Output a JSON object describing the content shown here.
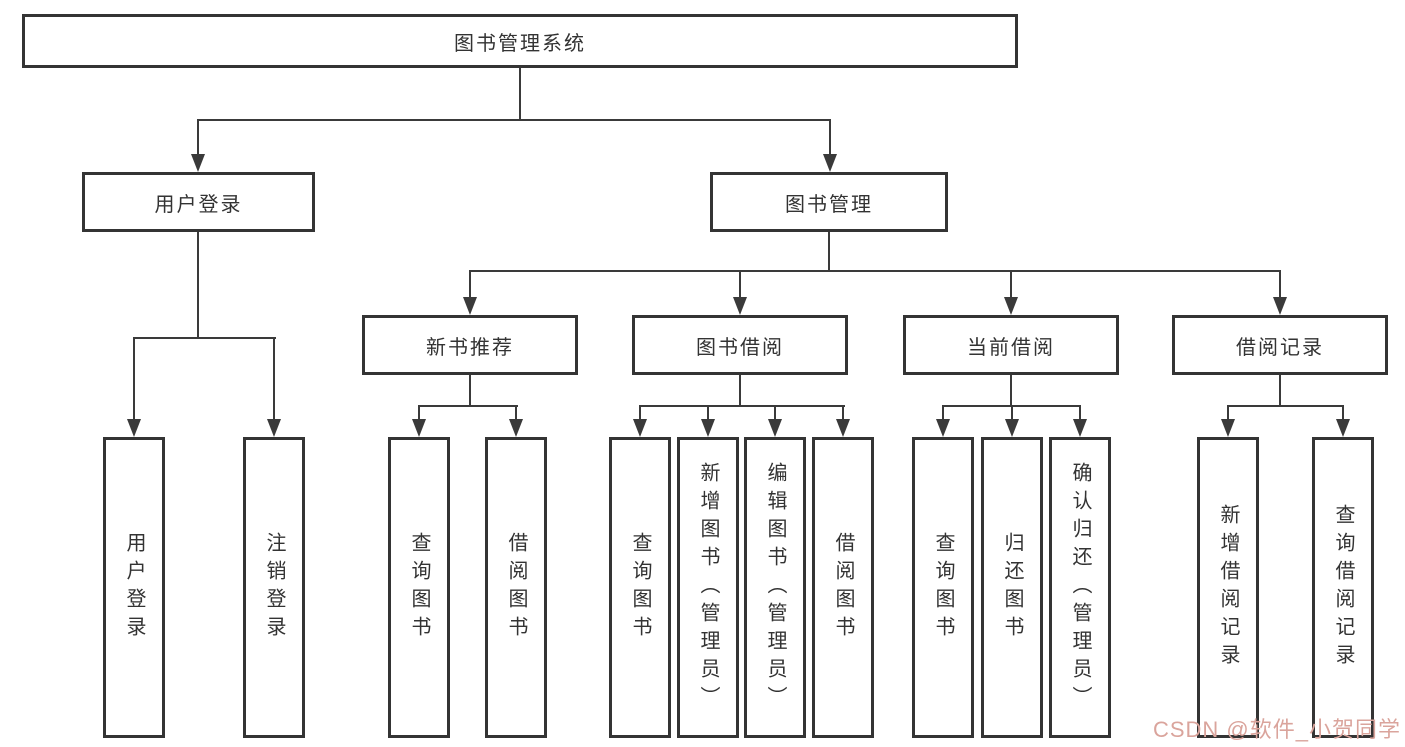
{
  "tree": {
    "root": {
      "label": "图书管理系统"
    },
    "branches": [
      {
        "label": "用户登录",
        "children": [
          {
            "label": "用户登录"
          },
          {
            "label": "注销登录"
          }
        ]
      },
      {
        "label": "图书管理",
        "children": [
          {
            "label": "新书推荐",
            "children": [
              {
                "label": "查询图书"
              },
              {
                "label": "借阅图书"
              }
            ]
          },
          {
            "label": "图书借阅",
            "children": [
              {
                "label": "查询图书"
              },
              {
                "label": "新增图书（管理员）"
              },
              {
                "label": "编辑图书（管理员）"
              },
              {
                "label": "借阅图书"
              }
            ]
          },
          {
            "label": "当前借阅",
            "children": [
              {
                "label": "查询图书"
              },
              {
                "label": "归还图书"
              },
              {
                "label": "确认归还（管理员）"
              }
            ]
          },
          {
            "label": "借阅记录",
            "children": [
              {
                "label": "新增借阅记录"
              },
              {
                "label": "查询借阅记录"
              }
            ]
          }
        ]
      }
    ]
  },
  "watermark": {
    "text": "CSDN @软件_小贺同学",
    "color": "#daa49c"
  },
  "colors": {
    "line": "#3a3a3a",
    "box_border": "#343434",
    "text": "#333333",
    "background": "#ffffff"
  }
}
